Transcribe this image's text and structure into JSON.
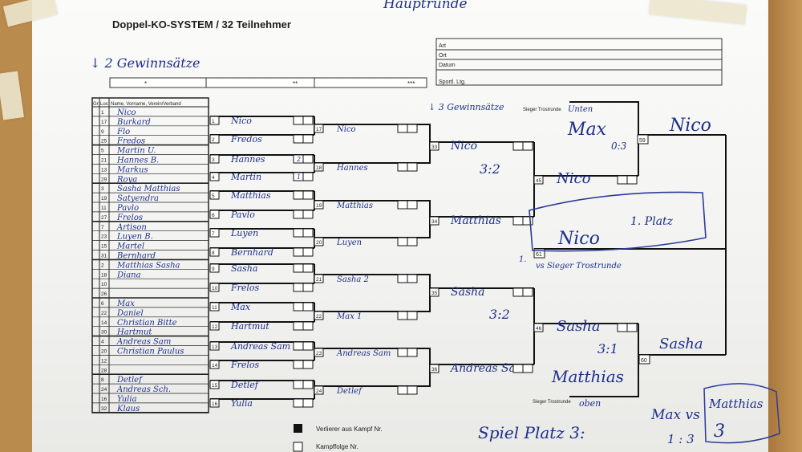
{
  "header": {
    "title": "Doppel-KO-SYSTEM / 32 Teilnehmer",
    "top_note": "Hauptrunde",
    "rules_note": "2 Gewinnsätze",
    "seed_marks": [
      "*",
      "**",
      "***"
    ]
  },
  "info_box": {
    "labels": [
      "Art",
      "Ort",
      "Datum",
      "Sportl. Ltg."
    ]
  },
  "left_table": {
    "header_cols": [
      "Gr",
      "Los",
      "Name, Vorname, Verein/Verband"
    ],
    "rows": [
      {
        "los": "1",
        "name": "Nico"
      },
      {
        "los": "17",
        "name": "Burkard"
      },
      {
        "los": "9",
        "name": "Flo"
      },
      {
        "los": "25",
        "name": "Fredos"
      },
      {
        "los": "5",
        "name": "Martin U."
      },
      {
        "los": "21",
        "name": "Hannes B."
      },
      {
        "los": "13",
        "name": "Markus"
      },
      {
        "los": "29",
        "name": "Roya"
      },
      {
        "los": "3",
        "name": "Sasha Matthias"
      },
      {
        "los": "19",
        "name": "Satyendra"
      },
      {
        "los": "11",
        "name": "Pavlo"
      },
      {
        "los": "27",
        "name": "Frelos"
      },
      {
        "los": "7",
        "name": "Artison"
      },
      {
        "los": "23",
        "name": "Luyen B."
      },
      {
        "los": "15",
        "name": "Martel"
      },
      {
        "los": "31",
        "name": "Bernhard"
      },
      {
        "los": "2",
        "name": "Matthias Sasha"
      },
      {
        "los": "18",
        "name": "Diana"
      },
      {
        "los": "10",
        "name": ""
      },
      {
        "los": "26",
        "name": ""
      },
      {
        "los": "6",
        "name": "Max"
      },
      {
        "los": "22",
        "name": "Daniel"
      },
      {
        "los": "14",
        "name": "Christian Bitte"
      },
      {
        "los": "30",
        "name": "Hartmut"
      },
      {
        "los": "4",
        "name": "Andreas Sam"
      },
      {
        "los": "20",
        "name": "Christian Paulus"
      },
      {
        "los": "12",
        "name": ""
      },
      {
        "los": "28",
        "name": ""
      },
      {
        "los": "8",
        "name": "Detlef"
      },
      {
        "los": "24",
        "name": "Andreas Sch."
      },
      {
        "los": "16",
        "name": "Yulia"
      },
      {
        "los": "32",
        "name": "Klaus"
      }
    ]
  },
  "round1": [
    {
      "no": "1",
      "name": "Nico"
    },
    {
      "no": "2",
      "name": "Fredos"
    },
    {
      "no": "3",
      "name": "Hannes",
      "score": "2"
    },
    {
      "no": "4",
      "name": "Martin",
      "score": "1"
    },
    {
      "no": "5",
      "name": "Matthias"
    },
    {
      "no": "6",
      "name": "Pavlo"
    },
    {
      "no": "7",
      "name": "Luyen"
    },
    {
      "no": "8",
      "name": "Bernhard"
    },
    {
      "no": "9",
      "name": "Sasha"
    },
    {
      "no": "10",
      "name": "Frelos"
    },
    {
      "no": "11",
      "name": "Max"
    },
    {
      "no": "12",
      "name": "Hartmut"
    },
    {
      "no": "13",
      "name": "Andreas Sam"
    },
    {
      "no": "14",
      "name": "Frelos"
    },
    {
      "no": "15",
      "name": "Detlef"
    },
    {
      "no": "16",
      "name": "Yulia"
    }
  ],
  "round2": [
    {
      "no": "17",
      "name": "Nico"
    },
    {
      "no": "18",
      "name": "Hannes"
    },
    {
      "no": "19",
      "name": "Matthias"
    },
    {
      "no": "20",
      "name": "Luyen"
    },
    {
      "no": "21",
      "name": "Sasha 2"
    },
    {
      "no": "22",
      "name": "Max 1"
    },
    {
      "no": "23",
      "name": "Andreas Sam"
    },
    {
      "no": "24",
      "name": "Detlef"
    }
  ],
  "round3": [
    {
      "no": "33",
      "name": "Nico"
    },
    {
      "no": "34",
      "name": "Matthias"
    },
    {
      "no": "35",
      "name": "Sasha"
    },
    {
      "no": "36",
      "name": "Andreas Sam"
    }
  ],
  "round4": [
    {
      "no": "45",
      "name": "Nico"
    },
    {
      "no": "46",
      "name": "Sasha"
    }
  ],
  "top_final": {
    "no": "59",
    "name": "Nico"
  },
  "bottom_final": {
    "no": "60",
    "name": "Sasha"
  },
  "place_box": {
    "no": "61",
    "name": "Nico",
    "note": "1. Platz"
  },
  "notes": {
    "three_sets": "3 Gewinnsätze",
    "score_upper": "3:2",
    "score_lower": "3:2",
    "score_right": "3:1",
    "sieger_top": "Sieger Trostrunde",
    "sieger_bottom": "Sieger Trostrunde",
    "unten": "Unten",
    "oben": "oben",
    "max_upper": "Max",
    "max_score": "0:3",
    "matthias_lower": "Matthias",
    "one_marker": "1.",
    "sieger_ref": "vs Sieger Trostrunde",
    "spiel_platz": "Spiel Platz 3:",
    "max_vs": "Max vs",
    "max_vs_num": "1 : 3",
    "matthias_box": "Matthias",
    "matthias_box_num": "3"
  },
  "legend": {
    "loser": "Verlierer aus Kampf Nr.",
    "order": "Kampffolge Nr."
  }
}
